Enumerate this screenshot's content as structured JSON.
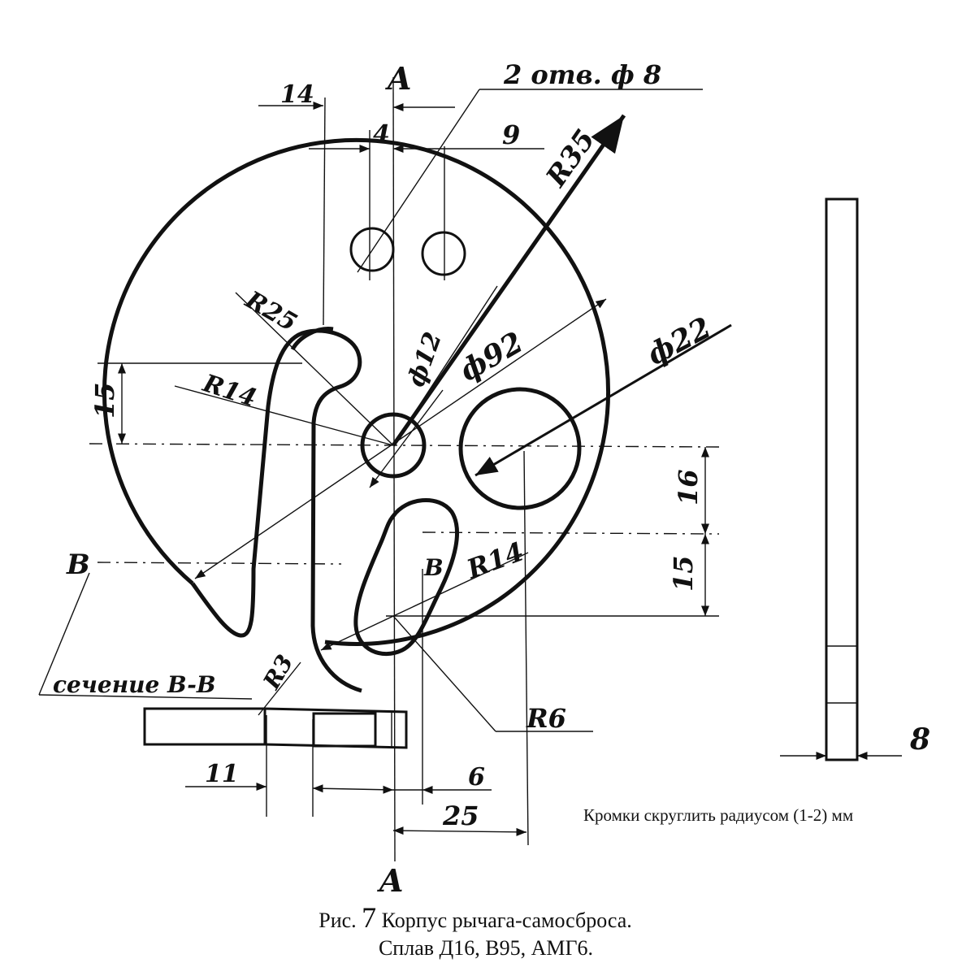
{
  "drawing": {
    "dims": {
      "d14": "14",
      "d4": "4",
      "d9": "9",
      "section_a_top": "A",
      "section_a_bottom": "A",
      "holes": "2 отв. ф 8",
      "r35": "R35",
      "r25": "R25",
      "r14_left": "R14",
      "phi12": "ф12",
      "phi92": "ф92",
      "phi22": "ф22",
      "d15_left": "15",
      "d16": "16",
      "d15_right": "15",
      "r14_slot": "R14",
      "label_b_slot": "B",
      "label_b_left": "B",
      "section_bb": "сечение B-B",
      "r3": "R3",
      "r6": "R6",
      "d11": "11",
      "d6": "6",
      "d25": "25",
      "thickness": "8"
    },
    "note": "Кромки скруглить радиусом (1-2) мм"
  },
  "caption": {
    "fig_prefix": "Рис.",
    "fig_number": "7",
    "title": "Корпус рычага-самосброса.",
    "alloys": "Сплав Д16, В95, АМГ6."
  }
}
